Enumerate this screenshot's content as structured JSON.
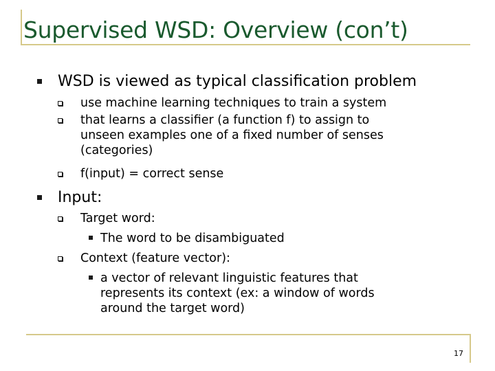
{
  "slide": {
    "title": "Supervised WSD: Overview (con’t)",
    "page_number": "17",
    "bullets": [
      {
        "text": "WSD is viewed as typical classification problem",
        "sub": [
          {
            "lines": [
              "use machine learning techniques to train a system"
            ]
          },
          {
            "lines": [
              "that learns a classifier (a function f) to assign to",
              "unseen examples one of a fixed number of senses",
              "(categories)"
            ]
          },
          {
            "lines": [
              "f(input) = correct sense"
            ]
          }
        ]
      },
      {
        "text": "Input:",
        "sub": [
          {
            "lines": [
              "Target word:"
            ],
            "sub": [
              {
                "lines": [
                  "The word to be disambiguated"
                ]
              }
            ]
          },
          {
            "lines": [
              "Context (feature vector):"
            ],
            "sub": [
              {
                "lines": [
                  "a vector of relevant linguistic features that",
                  "represents its context (ex: a window of words",
                  "around the target word)"
                ]
              }
            ]
          }
        ]
      }
    ]
  },
  "colors": {
    "title": "#1a5a2e",
    "rule": "#d6c98a"
  }
}
